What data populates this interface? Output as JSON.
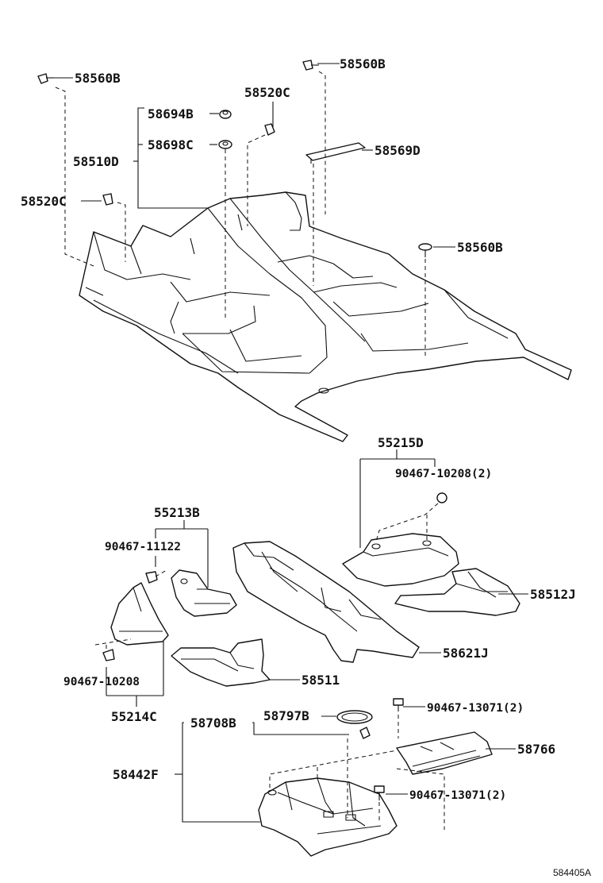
{
  "labels": {
    "l_58560b_a": "58560B",
    "l_58560b_b": "58560B",
    "l_58520c_a": "58520C",
    "l_58694b": "58694B",
    "l_58698c": "58698C",
    "l_58510d": "58510D",
    "l_58569d": "58569D",
    "l_58520c_b": "58520C",
    "l_58560b_c": "58560B",
    "l_55215d": "55215D",
    "l_90467_10208_2": "90467-10208(2)",
    "l_55213b": "55213B",
    "l_90467_11122": "90467-11122",
    "l_58512j": "58512J",
    "l_58621j": "58621J",
    "l_58511": "58511",
    "l_90467_10208": "90467-10208",
    "l_55214c": "55214C",
    "l_90467_13071_a": "90467-13071(2)",
    "l_58708b": "58708B",
    "l_58797b": "58797B",
    "l_58766": "58766",
    "l_58442f": "58442F",
    "l_90467_13071_b": "90467-13071(2)"
  },
  "reference_code": "584405A"
}
